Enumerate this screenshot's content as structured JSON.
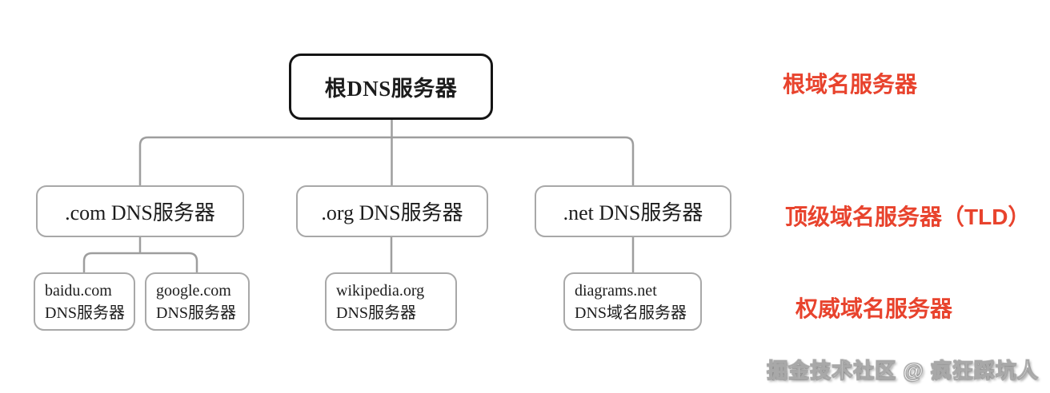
{
  "diagram": {
    "root": {
      "label": "根DNS服务器"
    },
    "tld": [
      {
        "label": ".com DNS服务器"
      },
      {
        "label": ".org DNS服务器"
      },
      {
        "label": ".net DNS服务器"
      }
    ],
    "authoritative": [
      {
        "line1": "baidu.com",
        "line2": "DNS服务器"
      },
      {
        "line1": "google.com",
        "line2": "DNS服务器"
      },
      {
        "line1": "wikipedia.org",
        "line2": "DNS服务器"
      },
      {
        "line1": "diagrams.net",
        "line2": "DNS域名服务器"
      }
    ]
  },
  "annotations": [
    {
      "label": "根域名服务器"
    },
    {
      "label": "顶级域名服务器（TLD）"
    },
    {
      "label": "权威域名服务器"
    }
  ],
  "watermark": "掘金技术社区 @ 疯狂踩坑人",
  "colors": {
    "accent": "#e8432d",
    "line": "#9e9e9e",
    "box-border": "#a8a8a8",
    "root-border": "#141414",
    "text": "#1c1c1c",
    "background": "#ffffff"
  }
}
